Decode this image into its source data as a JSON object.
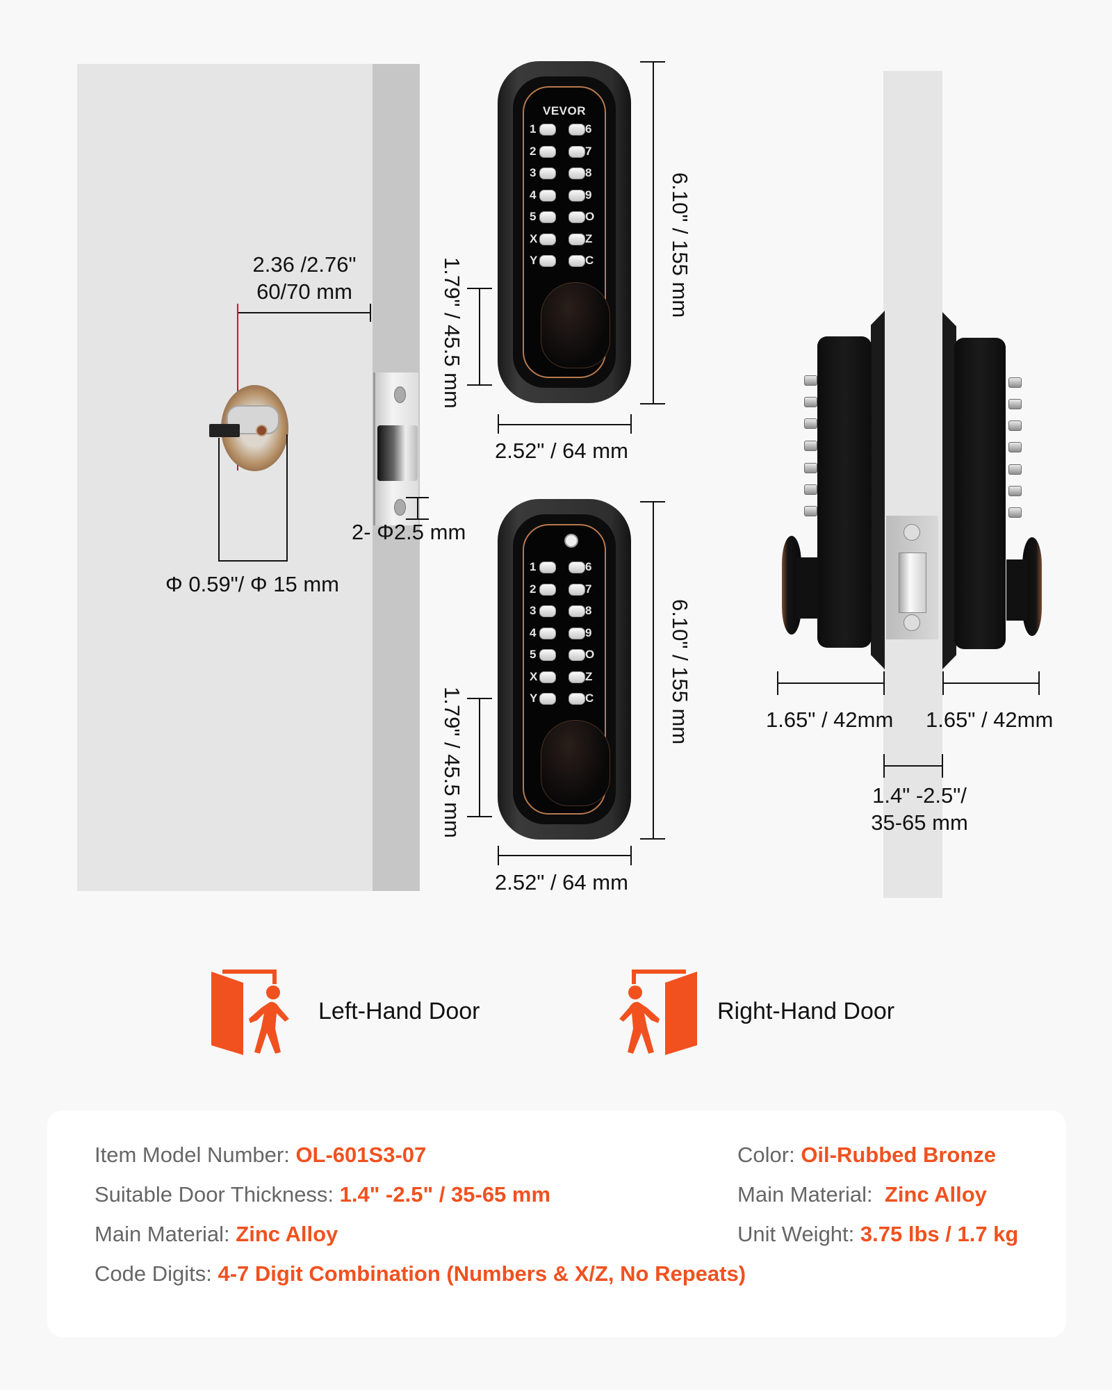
{
  "brand": "VEVOR",
  "colors": {
    "accent": "#f0511f",
    "background": "#f8f8f8",
    "card": "#ffffff",
    "door_face": "#e5e5e5",
    "door_edge": "#c6c6c6",
    "lock_body": "#0c0c0c",
    "bronze_trim": "#b8794f",
    "label_gray": "#666666",
    "dimension_line": "#111111",
    "centerline_red": "#d11"
  },
  "door_diagram": {
    "backset_dim": {
      "line1": "2.36 /2.76\"",
      "line2": "60/70 mm"
    },
    "spindle_hole_dim": "Φ 0.59\"/ Φ 15 mm",
    "screw_hole_dim": "2- Φ2.5 mm"
  },
  "keypad_top": {
    "brand": "VEVOR",
    "height_dim": "6.10\" / 155 mm",
    "knob_dim": "1.79\" / 45.5 mm",
    "width_dim": "2.52\" / 64 mm",
    "keys_left": [
      "1",
      "2",
      "3",
      "4",
      "5",
      "X",
      "Y"
    ],
    "keys_right": [
      "6",
      "7",
      "8",
      "9",
      "O",
      "Z",
      "C"
    ]
  },
  "keypad_bottom": {
    "height_dim": "6.10\" / 155 mm",
    "knob_dim": "1.79\" / 45.5 mm",
    "width_dim": "2.52\" / 64 mm",
    "keys_left": [
      "1",
      "2",
      "3",
      "4",
      "5",
      "X",
      "Y"
    ],
    "keys_right": [
      "6",
      "7",
      "8",
      "9",
      "O",
      "Z",
      "C"
    ]
  },
  "side_view": {
    "left_depth_dim": "1.65\" / 42mm",
    "right_depth_dim": "1.65\" / 42mm",
    "door_thickness_dim": {
      "line1": "1.4\" -2.5\"/",
      "line2": "35-65 mm"
    }
  },
  "door_handing": [
    {
      "icon": "left-hand-door-icon",
      "label": "Left-Hand Door"
    },
    {
      "icon": "right-hand-door-icon",
      "label": "Right-Hand Door"
    }
  ],
  "specs": {
    "left": [
      {
        "label": "Item Model Number: ",
        "value": "OL-601S3-07"
      },
      {
        "label": "Suitable Door Thickness: ",
        "value": "1.4\" -2.5\" / 35-65 mm"
      },
      {
        "label": "Main Material: ",
        "value": "Zinc Alloy"
      },
      {
        "label": "Code Digits: ",
        "value": "4-7 Digit Combination (Numbers & X/Z, No Repeats)"
      }
    ],
    "right": [
      {
        "label": "Color: ",
        "value": "Oil-Rubbed Bronze"
      },
      {
        "label": "Main Material:  ",
        "value": "Zinc Alloy"
      },
      {
        "label": "Unit Weight: ",
        "value": "3.75 lbs / 1.7 kg"
      }
    ]
  }
}
